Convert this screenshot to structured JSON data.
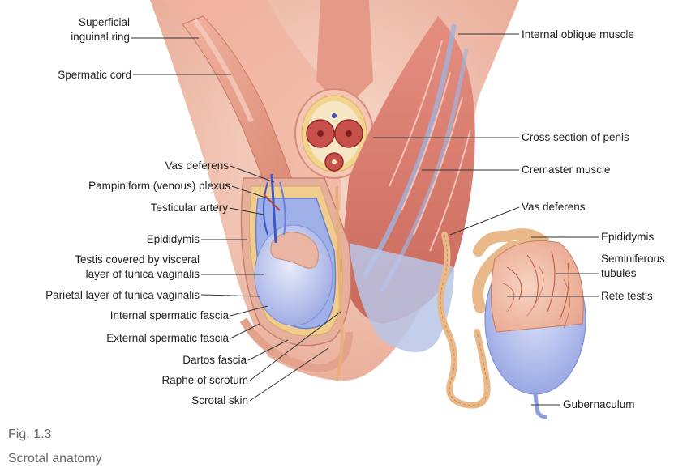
{
  "figure": {
    "labels_left": {
      "superficial_inguinal_ring_1": "Superficial",
      "superficial_inguinal_ring_2": "inguinal ring",
      "spermatic_cord": "Spermatic cord",
      "vas_deferens": "Vas deferens",
      "pampiniform_plexus": "Pampiniform (venous) plexus",
      "testicular_artery": "Testicular artery",
      "epididymis": "Epididymis",
      "testis_visceral_1": "Testis covered by visceral",
      "testis_visceral_2": "layer of tunica vaginalis",
      "parietal_layer": "Parietal layer of tunica vaginalis",
      "internal_spermatic_fascia": "Internal spermatic fascia",
      "external_spermatic_fascia": "External spermatic fascia",
      "dartos_fascia": "Dartos fascia",
      "raphe_of_scrotum": "Raphe of scrotum",
      "scrotal_skin": "Scrotal skin"
    },
    "labels_right": {
      "internal_oblique_muscle": "Internal oblique muscle",
      "cross_section_of_penis": "Cross section of penis",
      "cremaster_muscle": "Cremaster muscle",
      "vas_deferens": "Vas deferens",
      "epididymis": "Epididymis",
      "seminiferous_tubules_1": "Seminiferous",
      "seminiferous_tubules_2": "tubules",
      "rete_testis": "Rete testis",
      "gubernaculum": "Gubernaculum"
    },
    "colors": {
      "skin": "#f2c2b2",
      "muscle": "#d9786a",
      "tunica": "#b8c4ec",
      "epididymis": "#e9b98a",
      "vessel_blue": "#3a56c8",
      "leader_line": "#333333"
    }
  },
  "caption": {
    "number": "Fig. 1.3",
    "title": "Scrotal anatomy"
  }
}
